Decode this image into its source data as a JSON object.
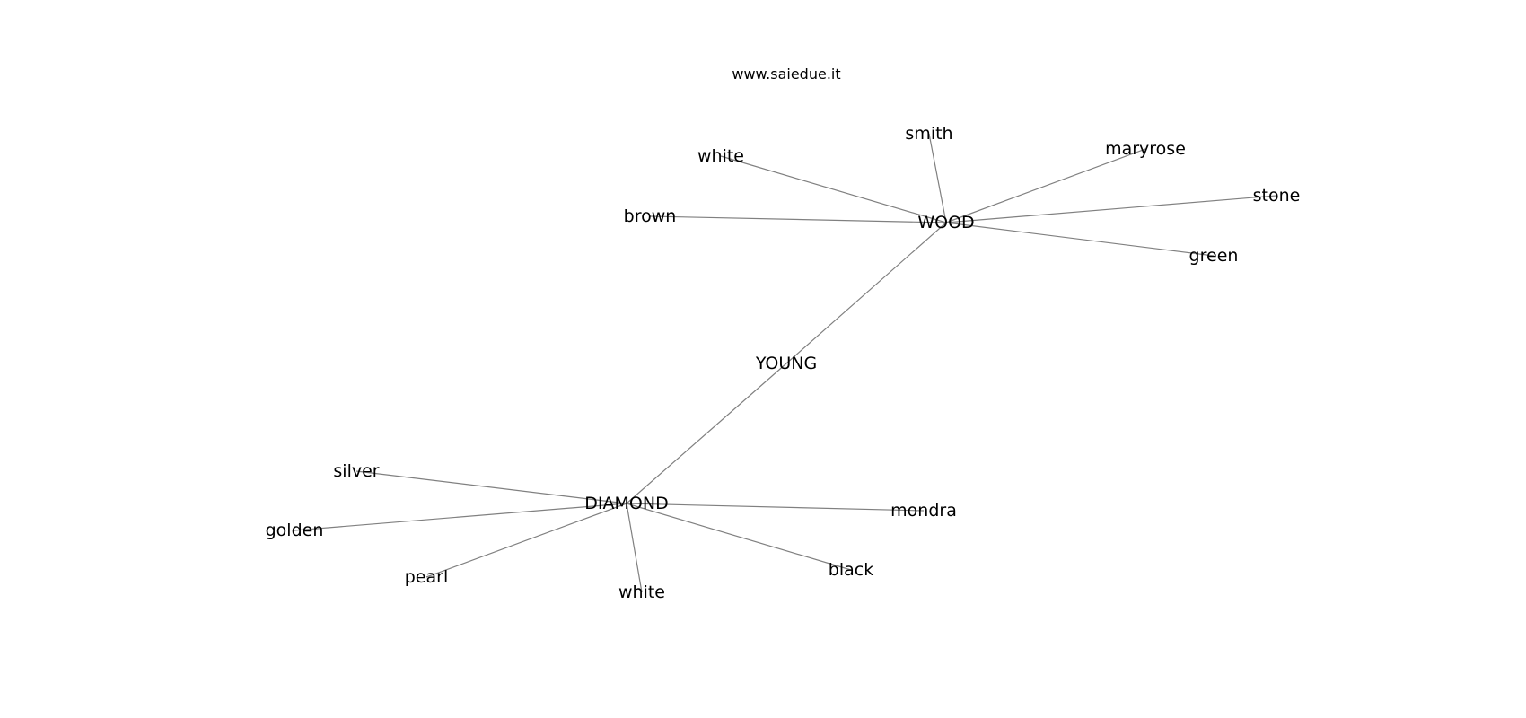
{
  "title": "www.saiedue.it",
  "colors": {
    "edge": "#808080",
    "text": "#000000",
    "background": "#ffffff"
  },
  "nodes": [
    {
      "id": "young",
      "label": "YOUNG"
    },
    {
      "id": "wood",
      "label": "WOOD"
    },
    {
      "id": "diamond",
      "label": "DIAMOND"
    },
    {
      "id": "smith",
      "label": "smith"
    },
    {
      "id": "white_w",
      "label": "white"
    },
    {
      "id": "maryrose",
      "label": "maryrose"
    },
    {
      "id": "brown",
      "label": "brown"
    },
    {
      "id": "stone",
      "label": "stone"
    },
    {
      "id": "green",
      "label": "green"
    },
    {
      "id": "silver",
      "label": "silver"
    },
    {
      "id": "golden",
      "label": "golden"
    },
    {
      "id": "pearl",
      "label": "pearl"
    },
    {
      "id": "white_d",
      "label": "white"
    },
    {
      "id": "black",
      "label": "black"
    },
    {
      "id": "mondra",
      "label": "mondra"
    }
  ],
  "edges": [
    [
      "young",
      "wood"
    ],
    [
      "young",
      "diamond"
    ],
    [
      "wood",
      "smith"
    ],
    [
      "wood",
      "white_w"
    ],
    [
      "wood",
      "maryrose"
    ],
    [
      "wood",
      "brown"
    ],
    [
      "wood",
      "stone"
    ],
    [
      "wood",
      "green"
    ],
    [
      "diamond",
      "silver"
    ],
    [
      "diamond",
      "golden"
    ],
    [
      "diamond",
      "pearl"
    ],
    [
      "diamond",
      "white_d"
    ],
    [
      "diamond",
      "black"
    ],
    [
      "diamond",
      "mondra"
    ]
  ]
}
